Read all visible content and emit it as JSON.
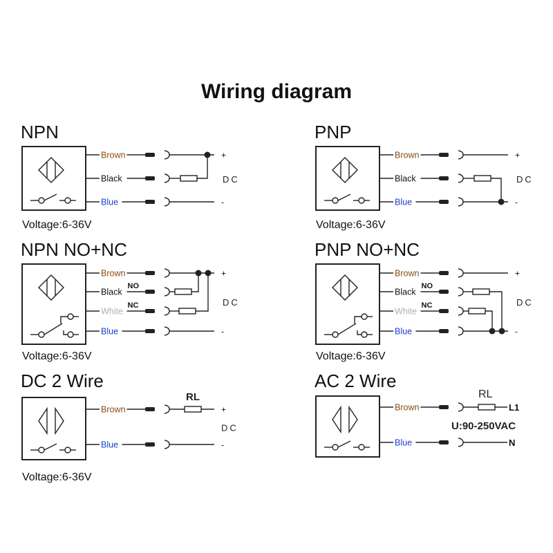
{
  "title": "Wiring diagram",
  "colors": {
    "line": "#222222",
    "brown": "#8b4a12",
    "black": "#111111",
    "white": "#b0b0b0",
    "blue": "#1f3fd0"
  },
  "panels": [
    {
      "id": "npn",
      "heading": "NPN",
      "type": "npn3",
      "switch": "single",
      "wires": [
        {
          "label": "Brown",
          "color": "brown",
          "terminal": "+"
        },
        {
          "label": "Black",
          "color": "black",
          "terminal": ""
        },
        {
          "label": "Blue",
          "color": "blue",
          "terminal": "-"
        }
      ],
      "supply_label": "DC",
      "voltage": "Voltage:6-36V"
    },
    {
      "id": "pnp",
      "heading": "PNP",
      "type": "pnp3",
      "switch": "single",
      "wires": [
        {
          "label": "Brown",
          "color": "brown",
          "terminal": "+"
        },
        {
          "label": "Black",
          "color": "black",
          "terminal": ""
        },
        {
          "label": "Blue",
          "color": "blue",
          "terminal": "-"
        }
      ],
      "supply_label": "DC",
      "voltage": "Voltage:6-36V"
    },
    {
      "id": "npn-nonc",
      "heading": "NPN NO+NC",
      "type": "npn4",
      "switch": "changeover",
      "wires": [
        {
          "label": "Brown",
          "color": "brown",
          "terminal": "+"
        },
        {
          "label": "Black",
          "color": "black",
          "terminal": "",
          "tag": "NO"
        },
        {
          "label": "White",
          "color": "white",
          "terminal": "",
          "tag": "NC"
        },
        {
          "label": "Blue",
          "color": "blue",
          "terminal": "-"
        }
      ],
      "supply_label": "DC",
      "voltage": "Voltage:6-36V"
    },
    {
      "id": "pnp-nonc",
      "heading": "PNP NO+NC",
      "type": "pnp4",
      "switch": "changeover",
      "wires": [
        {
          "label": "Brown",
          "color": "brown",
          "terminal": "+"
        },
        {
          "label": "Black",
          "color": "black",
          "terminal": "",
          "tag": "NO"
        },
        {
          "label": "White",
          "color": "white",
          "terminal": "",
          "tag": "NC"
        },
        {
          "label": "Blue",
          "color": "blue",
          "terminal": "-"
        }
      ],
      "supply_label": "DC",
      "voltage": "Voltage:6-36V"
    },
    {
      "id": "dc2",
      "heading": "DC 2 Wire",
      "type": "dc2",
      "switch": "single",
      "wires": [
        {
          "label": "Brown",
          "color": "brown",
          "terminal": "+"
        },
        {
          "label": "Blue",
          "color": "blue",
          "terminal": "-"
        }
      ],
      "load_label": "RL",
      "supply_label": "DC",
      "voltage": "Voltage:6-36V"
    },
    {
      "id": "ac2",
      "heading": "AC 2 Wire",
      "type": "ac2",
      "switch": "single",
      "wires": [
        {
          "label": "Brown",
          "color": "brown",
          "terminal": "L1"
        },
        {
          "label": "Blue",
          "color": "blue",
          "terminal": "N"
        }
      ],
      "load_label": "RL",
      "supply_label": "U:90-250VAC",
      "voltage": ""
    }
  ]
}
